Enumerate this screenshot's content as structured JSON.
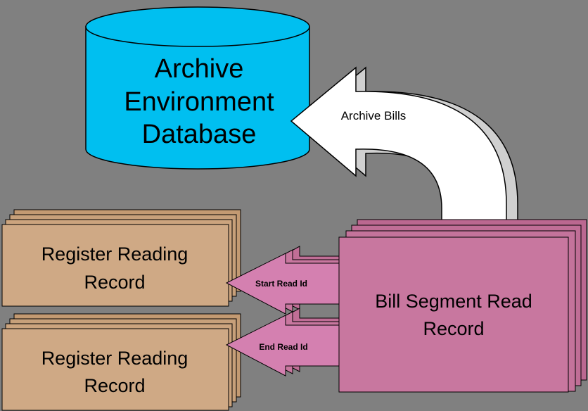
{
  "diagram": {
    "database": {
      "line1": "Archive",
      "line2": "Environment",
      "line3": "Database"
    },
    "archive_arrow": {
      "label": "Archive Bills"
    },
    "register_record_top": {
      "line1": "Register Reading",
      "line2": "Record"
    },
    "register_record_bottom": {
      "line1": "Register Reading",
      "line2": "Record"
    },
    "bill_segment": {
      "line1": "Bill Segment Read",
      "line2": "Record"
    },
    "start_arrow": {
      "label": "Start Read Id"
    },
    "end_arrow": {
      "label": "End Read Id"
    }
  },
  "colors": {
    "background": "#808080",
    "database": "#00BFF0",
    "register_record": "#C8A07A",
    "bill_segment": "#C8749E",
    "link_arrow": "#D480B0",
    "archive_arrow": "#FFFFFF"
  }
}
